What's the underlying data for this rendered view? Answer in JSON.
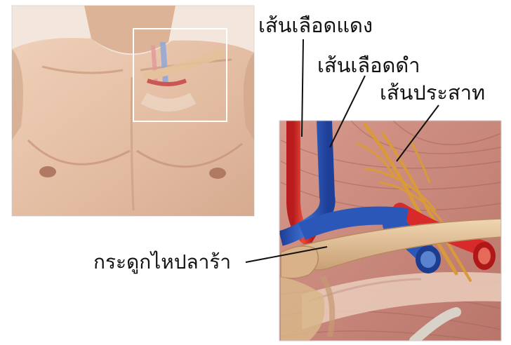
{
  "labels": {
    "artery": "เส้นเลือดแดง",
    "vein": "เส้นเลือดดำ",
    "nerve": "เส้นประสาท",
    "clavicle": "กระดูกไหปลาร้า"
  },
  "colors": {
    "skin": "#e6c2a8",
    "skin_shadow": "#c99a7c",
    "muscle": "#c9877a",
    "artery": "#d82a2a",
    "vein": "#2b57b8",
    "nerve": "#d99a3a",
    "bone": "#e2c39a",
    "frame": "#d0d0d0"
  }
}
